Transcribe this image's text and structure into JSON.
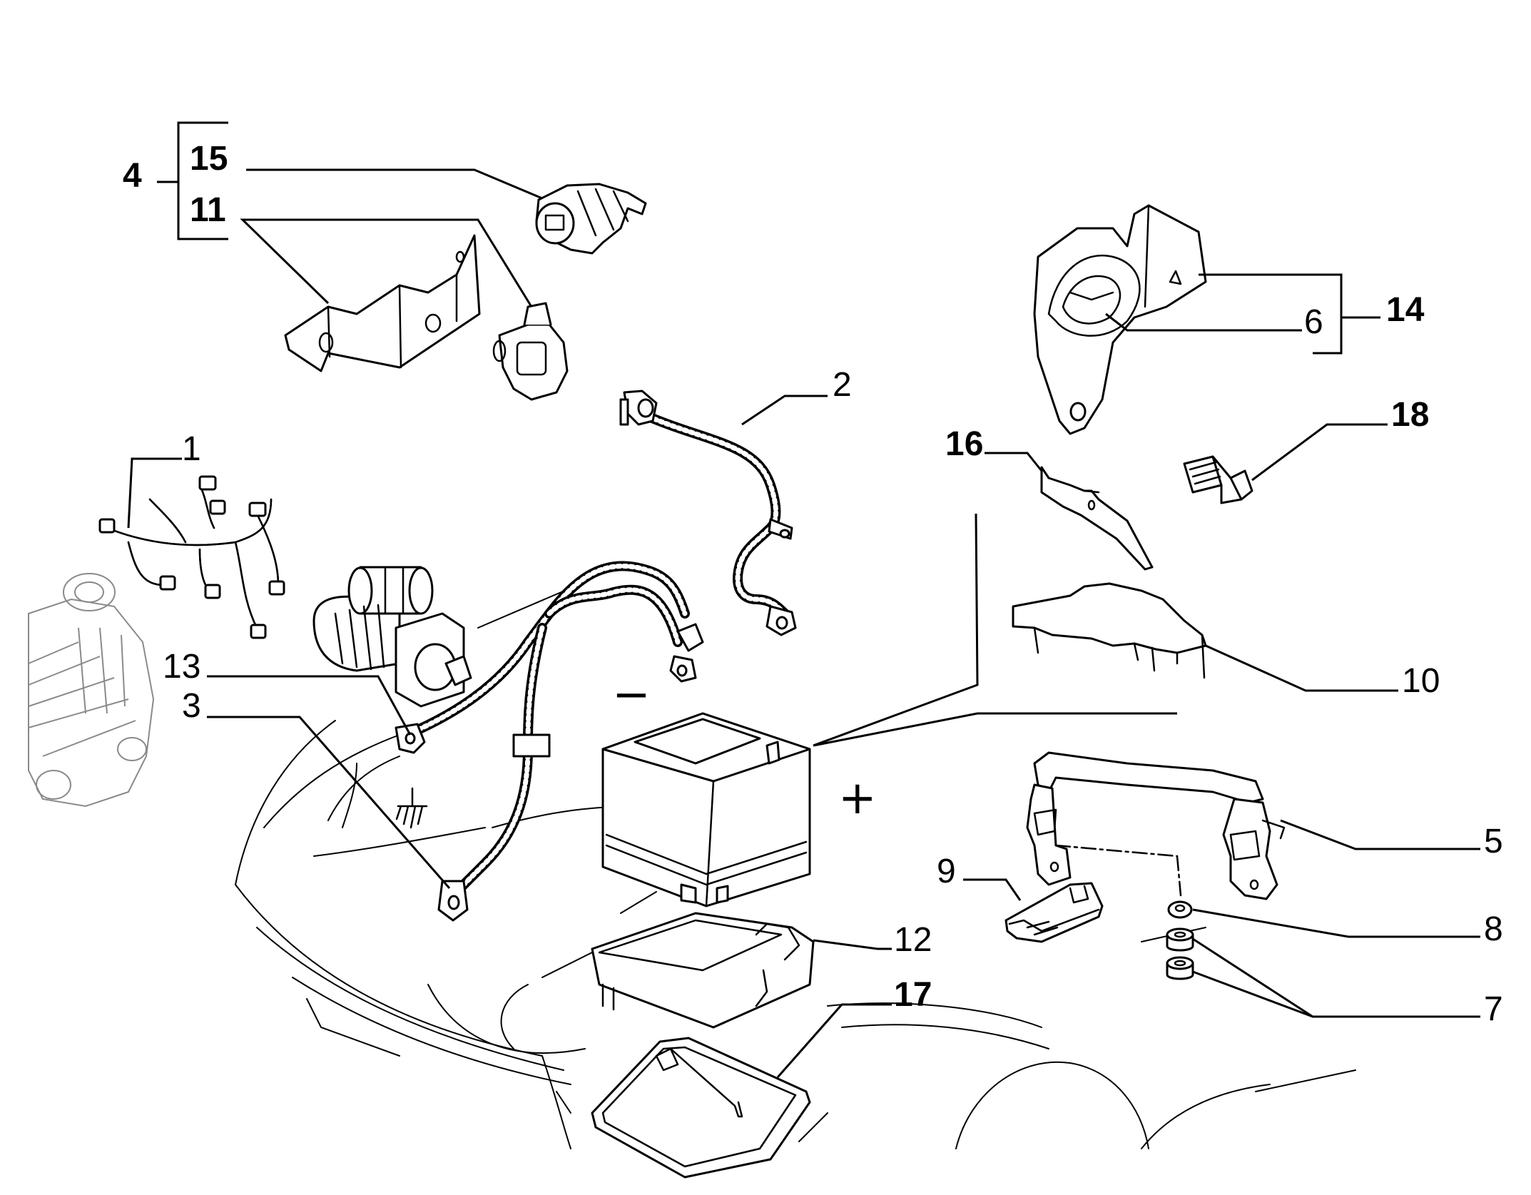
{
  "diagram": {
    "callouts": [
      {
        "id": "c1",
        "text": "1"
      },
      {
        "id": "c2",
        "text": "2"
      },
      {
        "id": "c3",
        "text": "3"
      },
      {
        "id": "c4",
        "text": "4"
      },
      {
        "id": "c5",
        "text": "5"
      },
      {
        "id": "c6",
        "text": "6"
      },
      {
        "id": "c7",
        "text": "7"
      },
      {
        "id": "c8",
        "text": "8"
      },
      {
        "id": "c9",
        "text": "9"
      },
      {
        "id": "c10",
        "text": "10"
      },
      {
        "id": "c11",
        "text": "11"
      },
      {
        "id": "c12",
        "text": "12"
      },
      {
        "id": "c13",
        "text": "13"
      },
      {
        "id": "c14",
        "text": "14"
      },
      {
        "id": "c15",
        "text": "15"
      },
      {
        "id": "c16",
        "text": "16"
      },
      {
        "id": "c17",
        "text": "17"
      },
      {
        "id": "c18",
        "text": "18"
      }
    ],
    "battery_markings": {
      "negative": "−",
      "positive": "+"
    }
  },
  "colors": {
    "line": "#000000",
    "background": "#ffffff"
  }
}
